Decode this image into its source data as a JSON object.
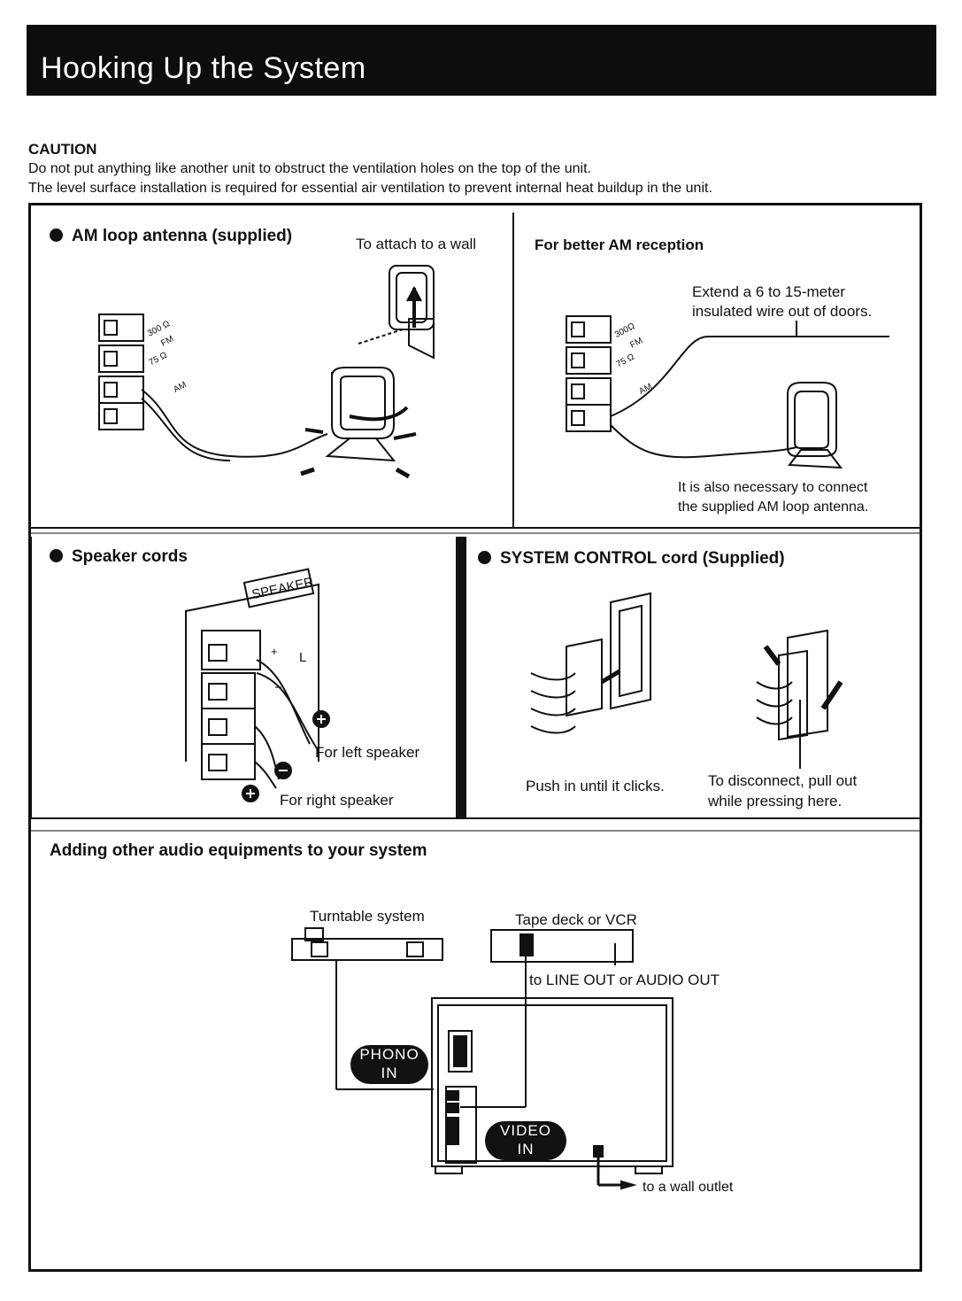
{
  "title": "Hooking Up the System",
  "caution": {
    "heading": "CAUTION",
    "lines": [
      "Do not put anything like another unit to obstruct the ventilation holes on the top of the unit.",
      "The level surface installation is required for essential air ventilation to prevent internal heat buildup in the unit."
    ]
  },
  "am_loop": {
    "title": "AM loop antenna (supplied)",
    "wall_note": "To attach to a wall",
    "terminal_labels": [
      "300 Ω",
      "FM",
      "75 Ω",
      "AM"
    ]
  },
  "am_reception": {
    "title": "For better AM reception",
    "extend_note": [
      "Extend a 6 to 15-meter",
      "insulated wire out of doors."
    ],
    "loop_note": [
      "It is also necessary to connect",
      "the supplied AM loop antenna."
    ],
    "terminal_labels": [
      "300Ω",
      "FM",
      "75 Ω",
      "AM"
    ]
  },
  "speaker": {
    "title": "Speaker cords",
    "panel_label": "SPEAKER",
    "terminal_signs": [
      "+",
      "L",
      "−"
    ],
    "left_label": "For left speaker",
    "right_label": "For right speaker"
  },
  "system_control": {
    "title": "SYSTEM CONTROL cord (Supplied)",
    "push_label": "Push in until it clicks.",
    "disconnect_label": [
      "To disconnect, pull out",
      "while pressing here."
    ]
  },
  "adding": {
    "title": "Adding other audio equipments to your system",
    "turntable_label": "Turntable system",
    "tape_label": "Tape deck or VCR",
    "line_out_label": "to LINE OUT or AUDIO OUT",
    "phono_label": [
      "PHONO",
      "IN"
    ],
    "video_label": [
      "VIDEO",
      "IN"
    ],
    "wall_outlet_label": "to a wall outlet"
  },
  "colors": {
    "title_bar": "#0d0d0d",
    "ink": "#111111",
    "background": "#ffffff"
  }
}
